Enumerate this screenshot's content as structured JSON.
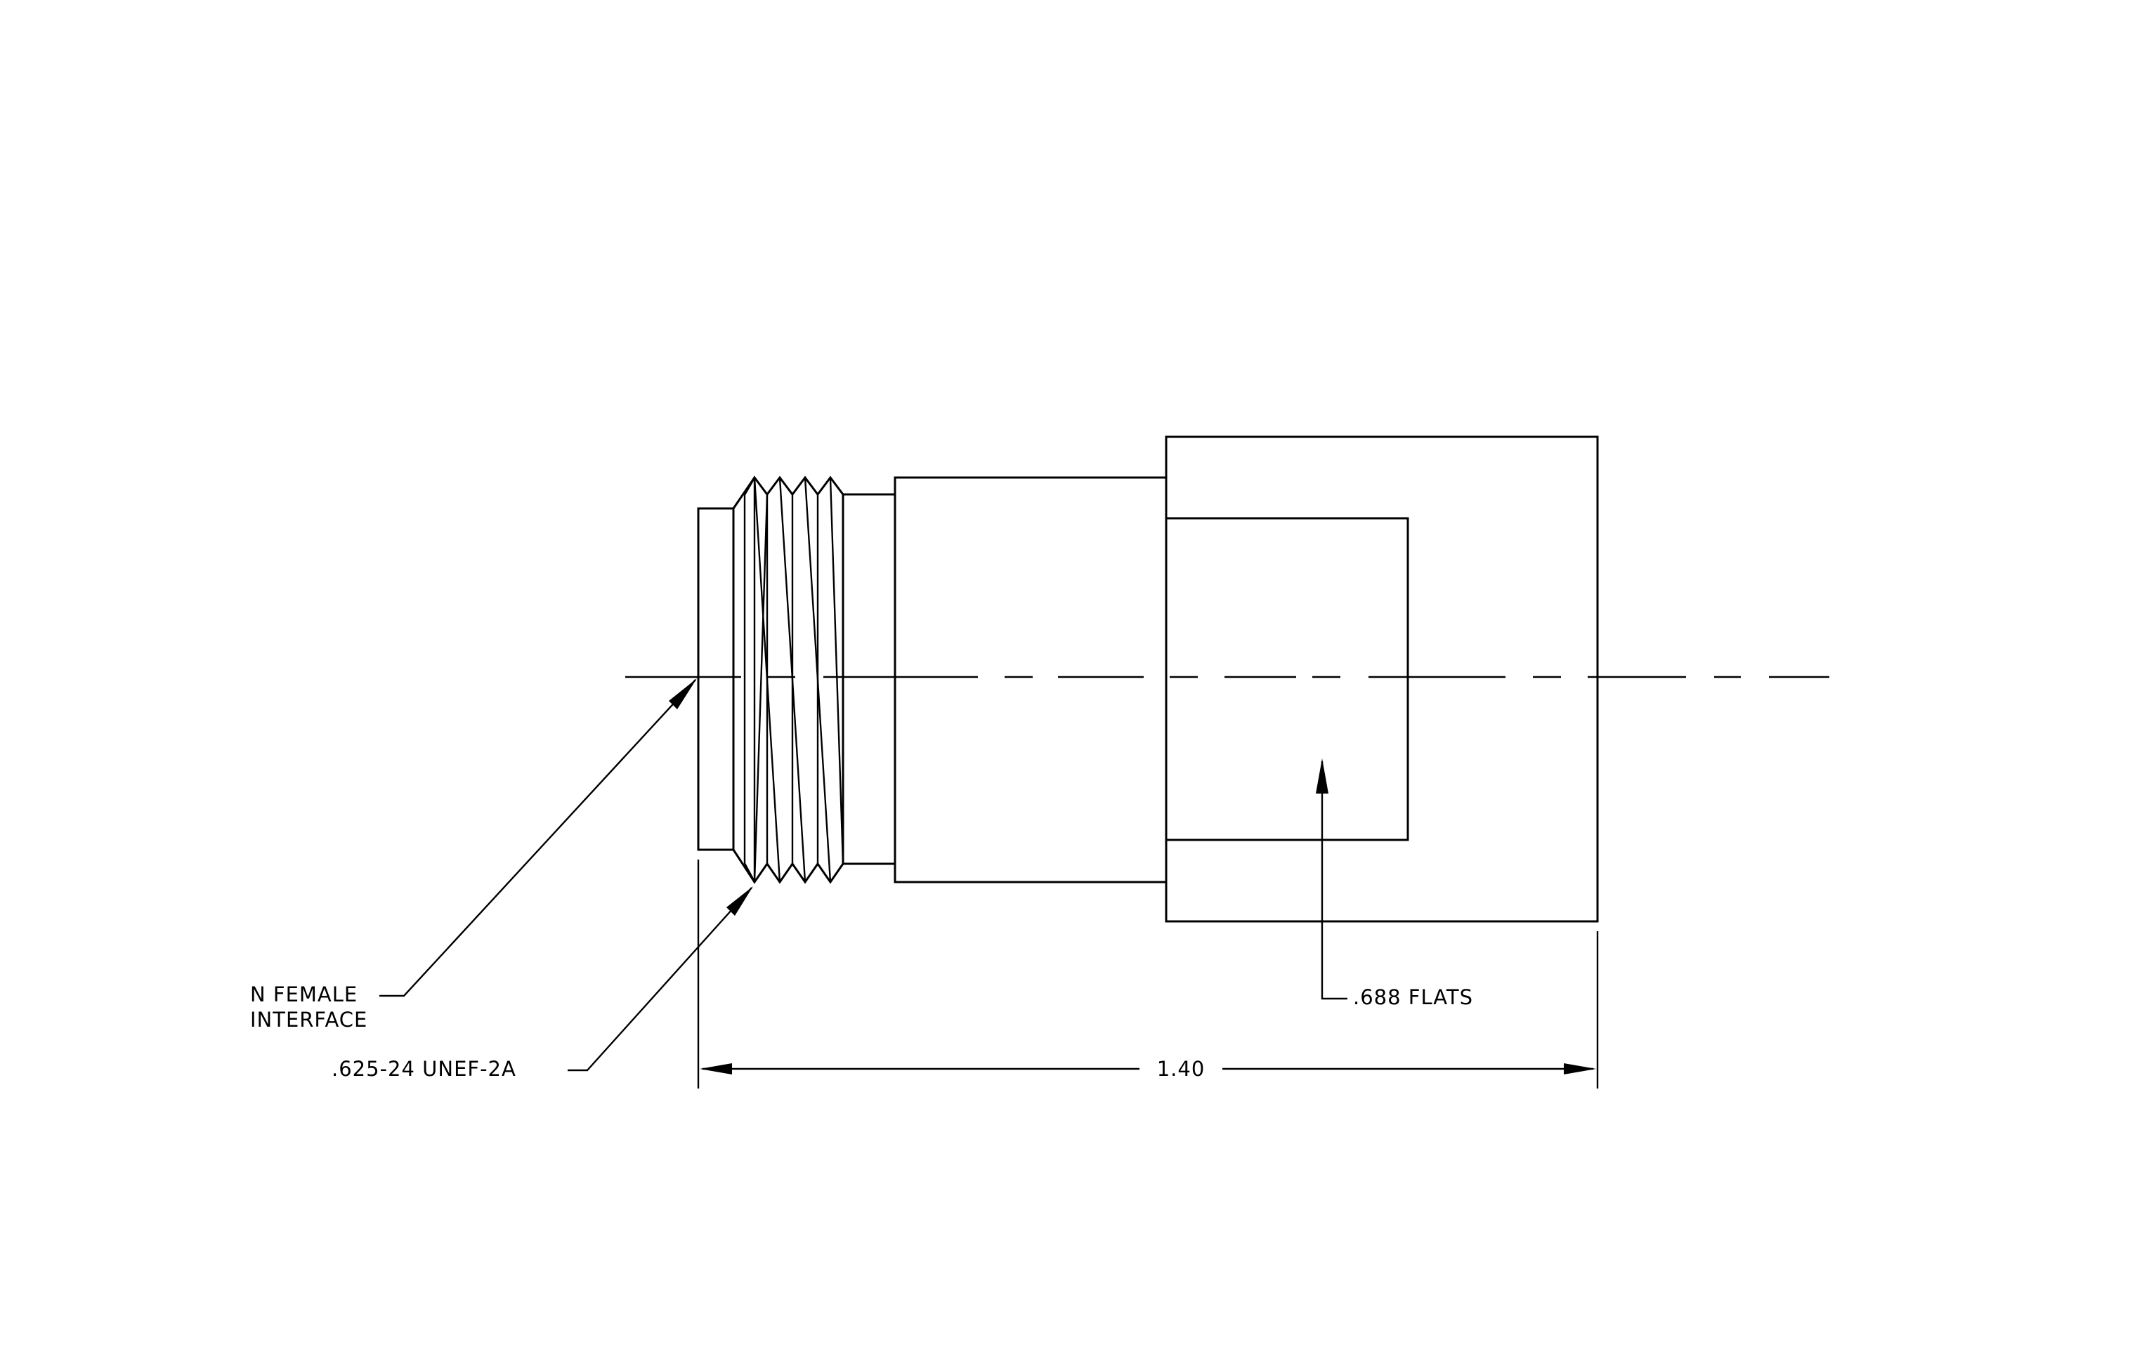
{
  "drawing": {
    "callouts": {
      "interface_line1": "N FEMALE",
      "interface_line2": "INTERFACE",
      "thread": ".625-24 UNEF-2A",
      "flats": ".688 FLATS",
      "length": "1.40"
    }
  }
}
